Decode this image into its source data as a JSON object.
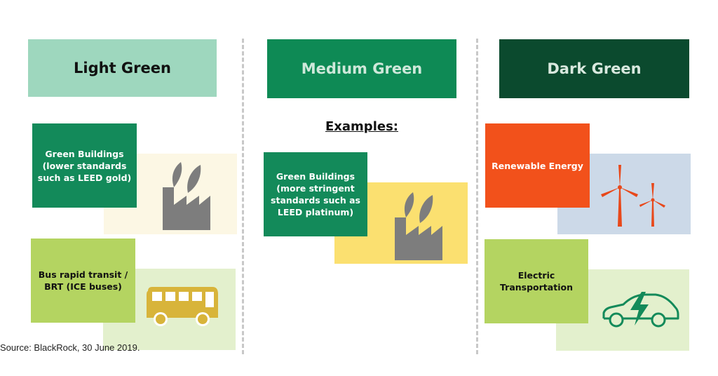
{
  "columns": {
    "light": {
      "title": "Light Green",
      "color": "#9ed7be"
    },
    "medium": {
      "title": "Medium Green",
      "color": "#0e8a55"
    },
    "dark": {
      "title": "Dark Green",
      "color": "#0b4a2e"
    }
  },
  "examples_heading": "Examples:",
  "light_items": [
    {
      "label": "Green Buildings (lower standards such as LEED gold)",
      "icon": "factory-icon"
    },
    {
      "label": "Bus rapid transit / BRT (ICE buses)",
      "icon": "bus-icon"
    }
  ],
  "medium_items": [
    {
      "label": "Green Buildings (more stringent standards such as LEED platinum)",
      "icon": "factory-icon"
    }
  ],
  "dark_items": [
    {
      "label": "Renewable Energy",
      "icon": "wind-turbine-icon"
    },
    {
      "label": "Electric Transportation",
      "icon": "electric-car-icon"
    }
  ],
  "source": "Source: BlackRock, 30 June 2019.",
  "colors": {
    "label_green": "#138a5a",
    "label_lime": "#b4d461",
    "label_orange": "#f2511b",
    "tile_cream": "#fcf7e4",
    "tile_yellow": "#fbe070",
    "tile_blue": "#ccd9e8",
    "tile_lightgreen": "#e3f0cd",
    "icon_grey": "#7d7d7d",
    "bus_gold": "#d8b43a",
    "turbine_orange": "#e8481a",
    "car_green": "#138a5a"
  }
}
